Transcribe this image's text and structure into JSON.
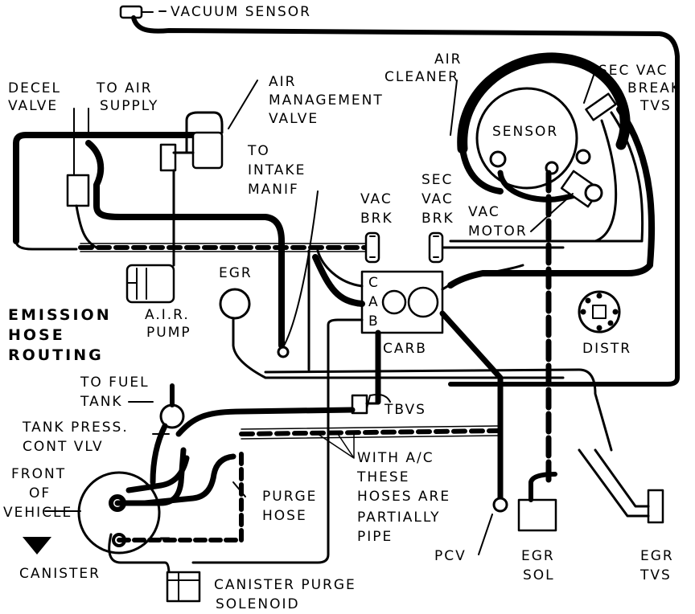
{
  "title": {
    "line1": "EMISSION",
    "line2": "HOSE",
    "line3": "ROUTING"
  },
  "labels": {
    "vacuum_sensor": "VACUUM SENSOR",
    "air_cleaner_1": "AIR",
    "air_cleaner_2": "CLEANER",
    "sec_vac_break_1": "SEC VAC",
    "sec_vac_break_2": "BREAK",
    "sec_vac_break_3": "TVS",
    "decel_valve_1": "DECEL",
    "decel_valve_2": "VALVE",
    "to_air_supply_1": "TO AIR",
    "to_air_supply_2": "SUPPLY",
    "air_mgmt_1": "AIR",
    "air_mgmt_2": "MANAGEMENT",
    "air_mgmt_3": "VALVE",
    "to_intake_1": "TO",
    "to_intake_2": "INTAKE",
    "to_intake_3": "MANIF",
    "sensor": "SENSOR",
    "vac_brk_1": "VAC",
    "vac_brk_2": "BRK",
    "sec_vac_brk_1": "SEC",
    "sec_vac_brk_2": "VAC",
    "sec_vac_brk_3": "BRK",
    "vac_motor_1": "VAC",
    "vac_motor_2": "MOTOR",
    "egr": "EGR",
    "cab_c": "C",
    "cab_a": "A",
    "cab_b": "B",
    "air_pump_1": "A.I.R.",
    "air_pump_2": "PUMP",
    "carb": "CARB",
    "distr": "DISTR",
    "to_fuel_tank_1": "TO FUEL",
    "to_fuel_tank_2": "TANK",
    "tbvs": "TBVS",
    "tank_press_1": "TANK PRESS.",
    "tank_press_2": "CONT VLV",
    "with_ac_1": "WITH A/C",
    "with_ac_2": "THESE",
    "with_ac_3": "HOSES ARE",
    "with_ac_4": "PARTIALLY",
    "with_ac_5": "PIPE",
    "front_1": "FRONT",
    "front_2": "OF",
    "front_3": "VEHICLE",
    "purge_hose_1": "PURGE",
    "purge_hose_2": "HOSE",
    "canister": "CANISTER",
    "pcv": "PCV",
    "egr_sol_1": "EGR",
    "egr_sol_2": "SOL",
    "egr_tvs_1": "EGR",
    "egr_tvs_2": "TVS",
    "canister_purge_1": "CANISTER PURGE",
    "canister_purge_2": "SOLENOID"
  }
}
